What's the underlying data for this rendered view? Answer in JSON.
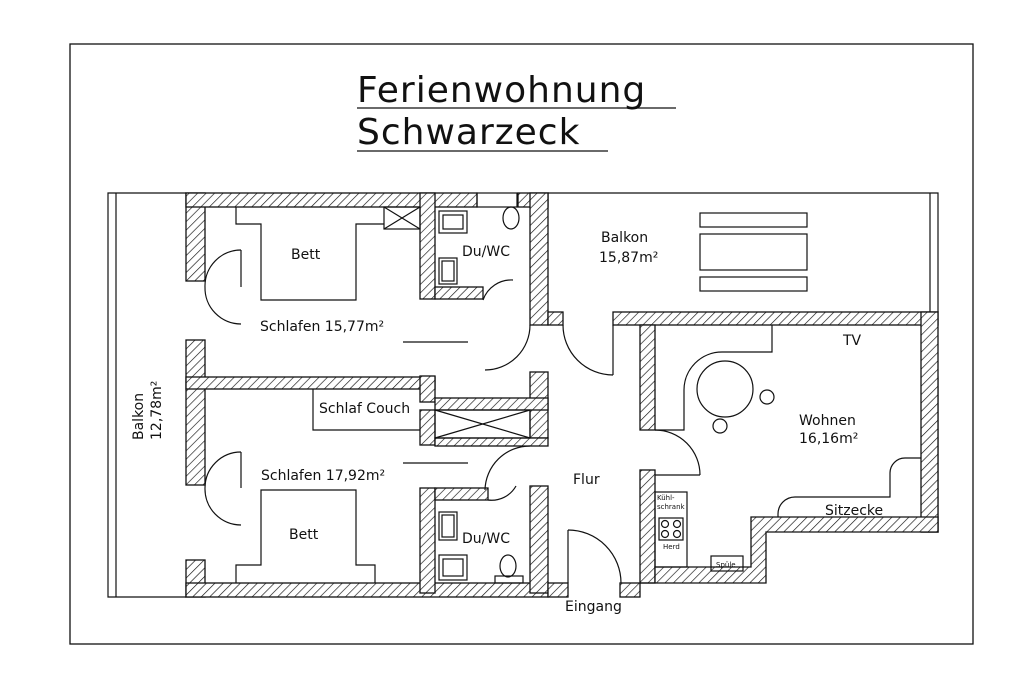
{
  "title": {
    "line1": "Ferienwohnung",
    "line2": "Schwarzeck"
  },
  "rooms": {
    "balkon_west": {
      "name": "Balkon",
      "area": "12,78m²"
    },
    "balkon_north": {
      "name": "Balkon",
      "area": "15,87m²"
    },
    "schlafen1": {
      "label": "Schlafen 15,77m²"
    },
    "schlafen2": {
      "label": "Schlafen 17,92m²"
    },
    "bath1": {
      "label": "Du/WC"
    },
    "bath2": {
      "label": "Du/WC"
    },
    "flur": {
      "label": "Flur"
    },
    "wohnen": {
      "name": "Wohnen",
      "area": "16,16m²"
    },
    "tv": {
      "label": "TV"
    },
    "sitzecke": {
      "label": "Sitzecke"
    },
    "eingang": {
      "label": "Eingang"
    }
  },
  "furniture": {
    "bett1": "Bett",
    "bett2": "Bett",
    "couch": "Schlaf Couch",
    "kuehlschrank_a": "Kühl-",
    "kuehlschrank_b": "schrank",
    "herd": "Herd",
    "spuele": "Spüle"
  }
}
